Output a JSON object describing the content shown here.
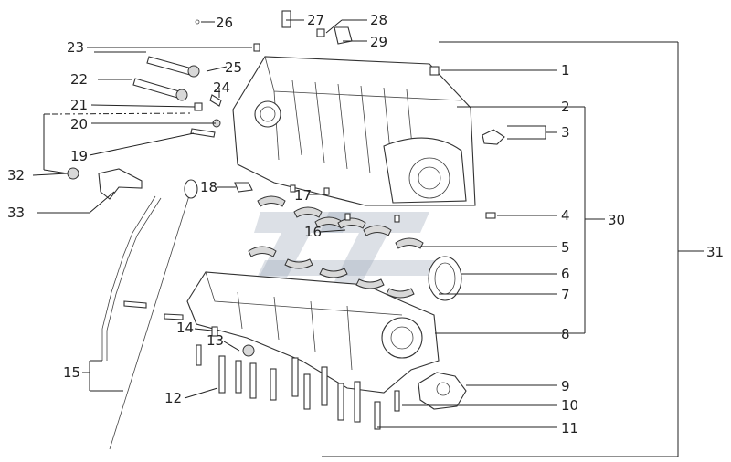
{
  "callouts": [
    "1",
    "2",
    "3",
    "4",
    "5",
    "6",
    "7",
    "8",
    "9",
    "10",
    "11",
    "12",
    "13",
    "14",
    "15",
    "16",
    "17",
    "18",
    "19",
    "20",
    "21",
    "22",
    "23",
    "24",
    "25",
    "26",
    "27",
    "28",
    "29",
    "30",
    "31",
    "32",
    "33"
  ]
}
